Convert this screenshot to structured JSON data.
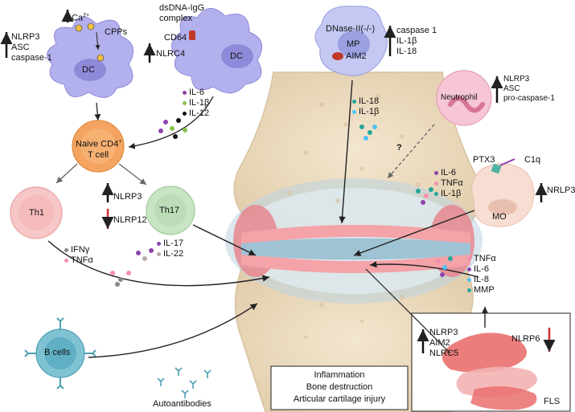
{
  "dc_left": {
    "cell": "DC",
    "calcium": "Ca",
    "calcium_sup": "2+",
    "cpps": "CPPs",
    "markers": [
      "NLRP3",
      "ASC",
      "caspase-1"
    ]
  },
  "dc_right": {
    "cell": "DC",
    "complex_line1": "dsDNA-IgG",
    "complex_line2": "complex",
    "receptor": "CD64",
    "marker": "NLRC4"
  },
  "mp": {
    "cell_top": "DNase-II(-/-)",
    "cell": "MP",
    "inner": "AIM2",
    "markers": [
      "caspase 1",
      "IL-1β",
      "IL-18"
    ]
  },
  "neutrophil": {
    "cell": "Neutrophil",
    "markers": [
      "NLRP3",
      "ASC",
      "pro-caspase-1"
    ],
    "question": "?"
  },
  "dc_cytokines": [
    "IL-6",
    "IL-1β",
    "IL-12"
  ],
  "mp_cytokines": [
    "IL-18",
    "IL-1β"
  ],
  "naive": {
    "line1": "Naive CD4",
    "sup": "+",
    "line2": "T cell"
  },
  "th1": {
    "cell": "Th1",
    "cytokines": [
      "IFNγ",
      "TNFα"
    ]
  },
  "th17": {
    "cell": "Th17",
    "up": "NLRP3",
    "down": "NLRP12",
    "cytokines": [
      "IL-17",
      "IL-22"
    ]
  },
  "mo": {
    "cell": "MO",
    "ptx3": "PTX3",
    "c1q": "C1q",
    "marker": "NRLP3",
    "cytokines": [
      "IL-6",
      "TNFα",
      "IL-1β"
    ]
  },
  "fls": {
    "cell": "FLS",
    "cytokines": [
      "TNFα",
      "IL-6",
      "IL-8",
      "MMP"
    ],
    "up": [
      "NLRP3",
      "AIM2",
      "NLRC5"
    ],
    "down": "NLRP6"
  },
  "bcell": {
    "cell": "B cells",
    "product": "Autoantibodies"
  },
  "outcomes": [
    "Inflammation",
    "Bone destruction",
    "Articular cartilage injury"
  ],
  "colors": {
    "dc": "#b3b0ee",
    "naive": "#f4a460",
    "th1": "#f7c7c7",
    "th17": "#c9e4c5",
    "mp": "#c4c8f2",
    "neutrophil": "#f6c6d6",
    "mo": "#f7ddd2",
    "bcell": "#7fc3d3",
    "bone": "#ecdcc1",
    "cartilage": "#f4a3a8",
    "arrow_up": "#111111",
    "arrow_down": "#d32f2f"
  }
}
